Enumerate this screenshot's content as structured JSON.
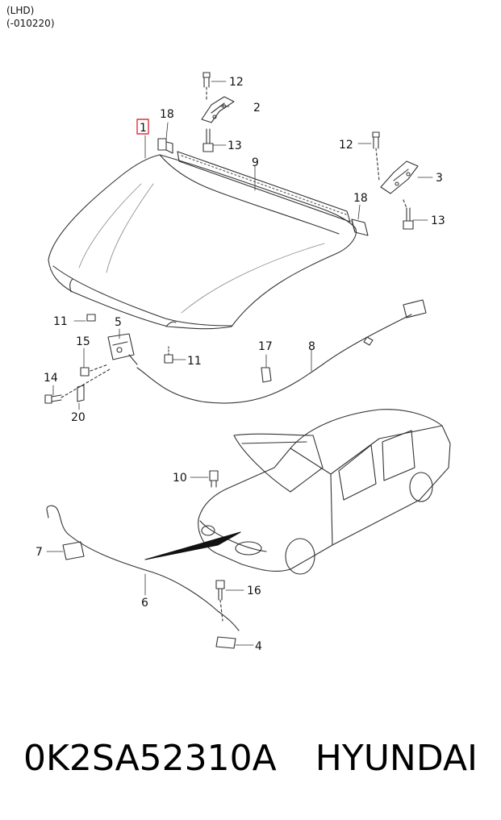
{
  "header": {
    "line1": "(LHD)",
    "line2": "(-010220)"
  },
  "callouts": {
    "c1": "1",
    "c2": "2",
    "c3": "3",
    "c4": "4",
    "c5": "5",
    "c6": "6",
    "c7": "7",
    "c8": "8",
    "c9": "9",
    "c10": "10",
    "c11a": "11",
    "c11b": "11",
    "c12a": "12",
    "c12b": "12",
    "c13a": "13",
    "c13b": "13",
    "c14": "14",
    "c15": "15",
    "c16": "16",
    "c17": "17",
    "c18a": "18",
    "c18b": "18",
    "c20": "20"
  },
  "footer": {
    "part_number": "0K2SA52310A",
    "brand": "HYUNDAI"
  },
  "colors": {
    "line": "#333333",
    "highlight": "#e03040",
    "ink": "#111111"
  }
}
